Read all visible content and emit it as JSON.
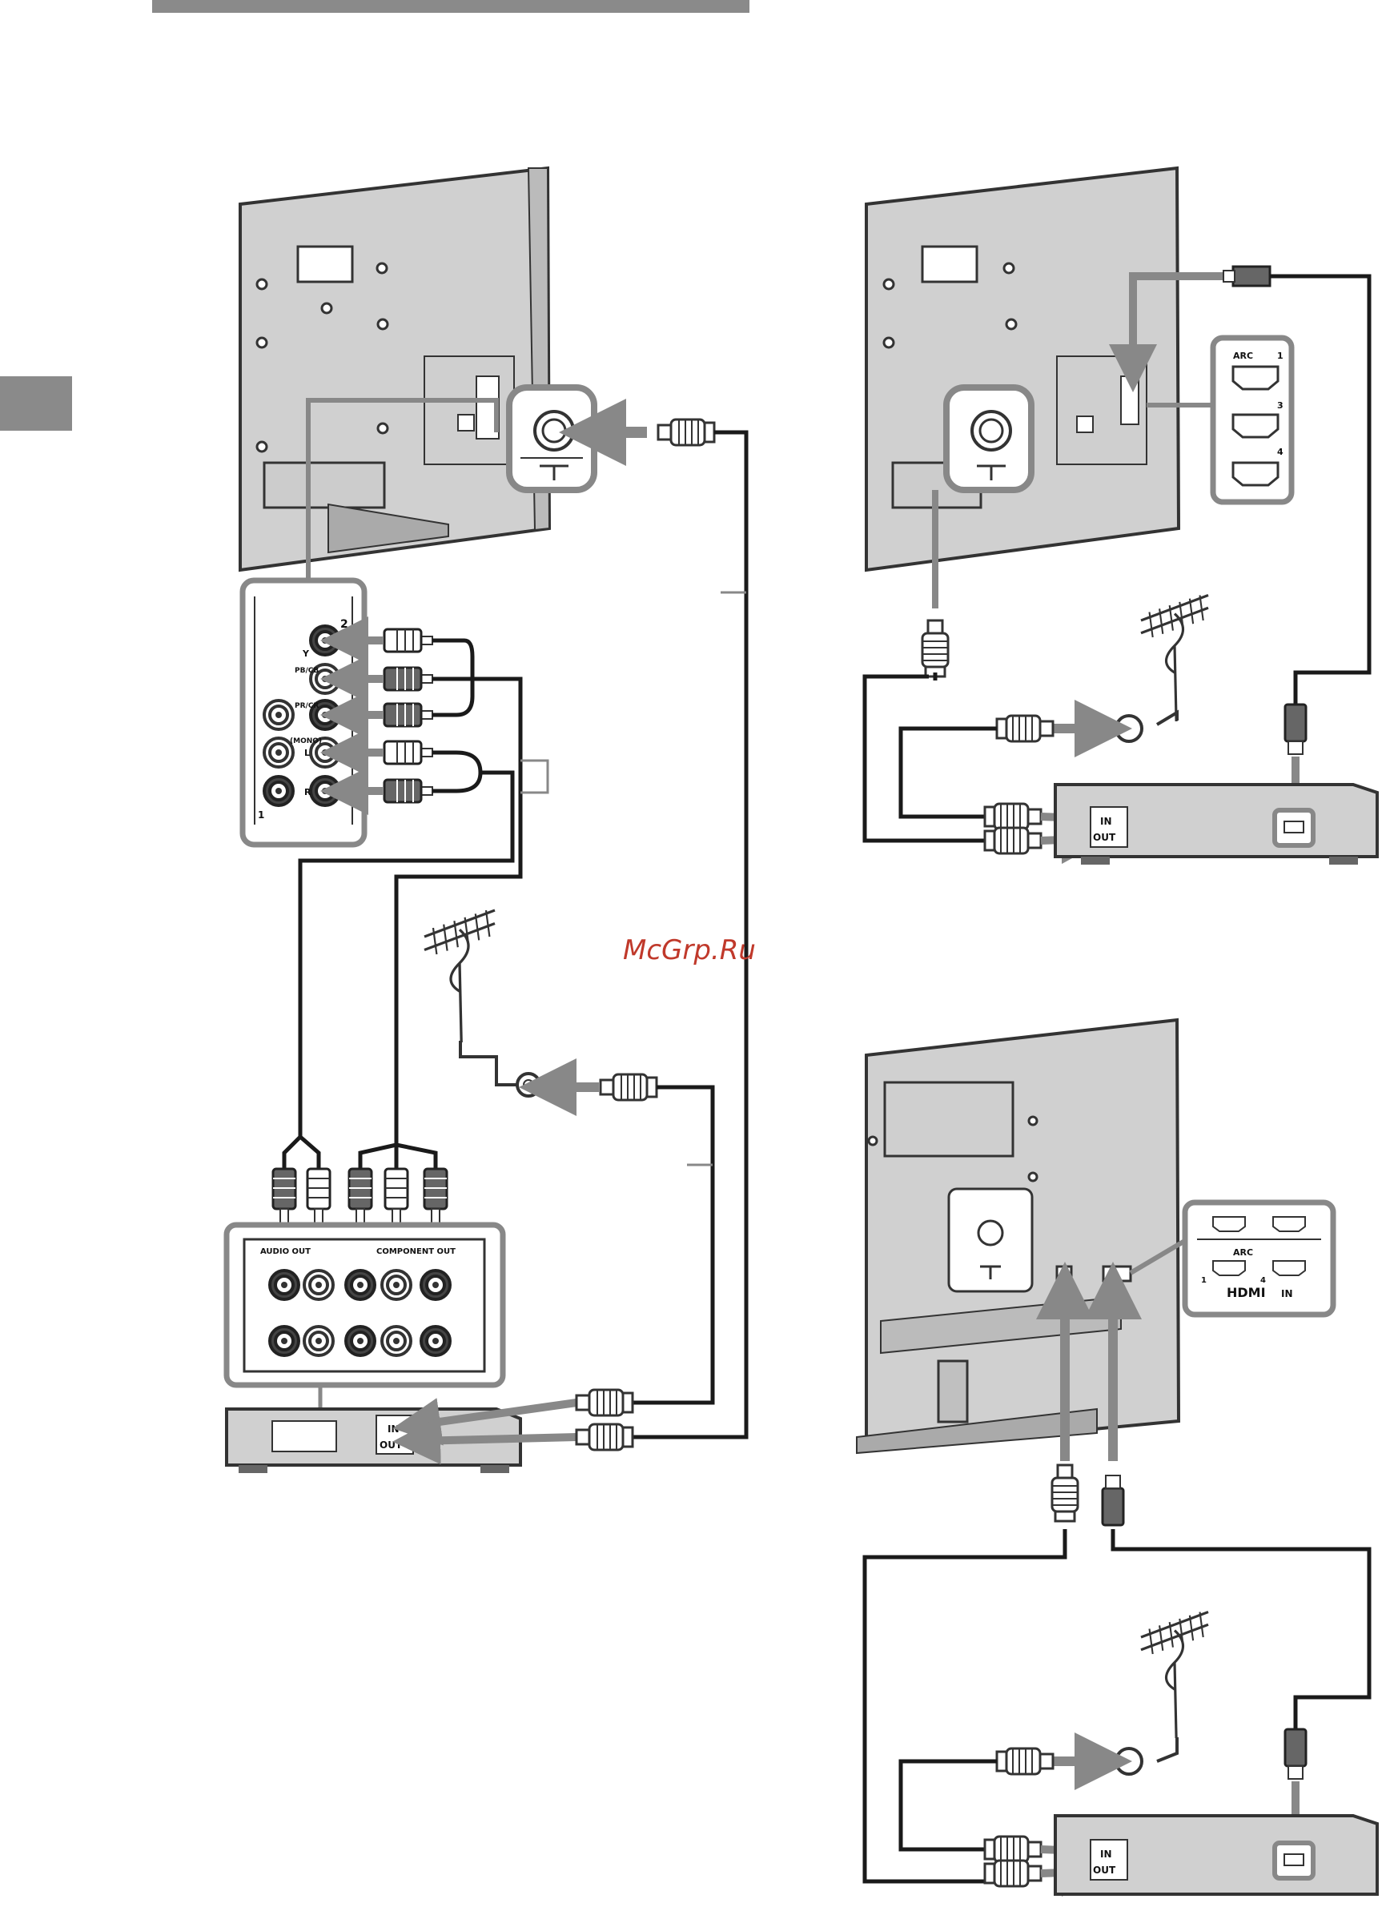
{
  "colors": {
    "tv_body": "#d0d0d0",
    "outline": "#333333",
    "accent_gray": "#888888",
    "cable": "#1a1a1a",
    "plug_dark": "#555555",
    "watermark": "#c0392b"
  },
  "watermark": "McGrp.Ru",
  "panel_av": {
    "input_label": "2",
    "y": "Y",
    "pb": "PB/CB",
    "pr": "PR/CR",
    "mono": "(MONO)",
    "l": "L",
    "r": "R",
    "input1_label": "1"
  },
  "device_component": {
    "audio_out": "AUDIO OUT",
    "component_out": "COMPONENT OUT",
    "in": "IN",
    "out": "OUT"
  },
  "panel_hdmi": {
    "arc": "ARC",
    "port1": "1",
    "port3": "3",
    "port4": "4"
  },
  "device_hdmi": {
    "in": "IN",
    "out": "OUT"
  },
  "panel_hdmi_b": {
    "arc": "ARC",
    "port1": "1",
    "port4": "4",
    "hdmi_in": "IN",
    "hdmi_logo": "HDMI"
  },
  "device_hdmi_b": {
    "in": "IN",
    "out": "OUT"
  },
  "icons": [
    "antenna-icon",
    "rf-plug-icon",
    "rca-plug-icon",
    "hdmi-plug-icon",
    "arrow-icon"
  ]
}
